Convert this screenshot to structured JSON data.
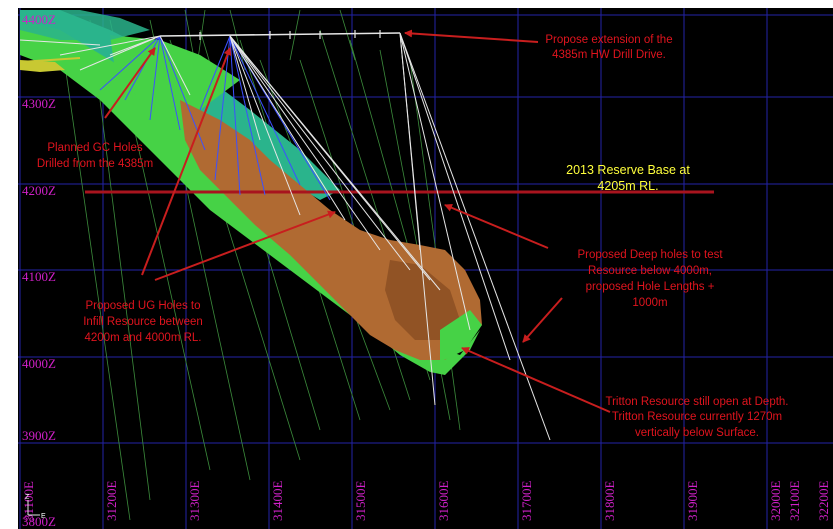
{
  "rl_labels": [
    "4400Z",
    "4300Z",
    "4200Z",
    "4100Z",
    "4000Z",
    "3900Z",
    "3800Z"
  ],
  "easting_labels": [
    "31100E",
    "31200E",
    "31300E",
    "31400E",
    "31500E",
    "31600E",
    "31700E",
    "31800E",
    "31900E",
    "32000E",
    "32100E",
    "32200E"
  ],
  "annotations": {
    "drive_extension": [
      "Propose extension of the",
      "4385m HW Drill Drive."
    ],
    "gc_holes": [
      "Planned GC Holes",
      "Drilled from the 4385m"
    ],
    "reserve_base": [
      "2013 Reserve Base at",
      "4205m RL."
    ],
    "deep_holes": [
      "Proposed Deep holes to test",
      "Resource below 4000m,",
      "proposed Hole Lengths +",
      "1000m"
    ],
    "ug_holes": [
      "Proposed UG Holes to",
      "Infill Resource between",
      "4200m and 4000m RL."
    ],
    "resource_open": [
      "Tritton Resource still open at Depth.",
      "Tritton Resource currently 1270m",
      "vertically below Surface."
    ]
  },
  "axis_indicator": {
    "z": "Z",
    "x": "E"
  },
  "colors": {
    "background": "#000000",
    "grid": "#2323a8",
    "rl_label": "#d020c8",
    "annotation_text": "#e0141e",
    "arrow": "#c81e1e",
    "reserve_line": "#a8141e",
    "reserve_text": "#ffff3c",
    "ore_body": "#b06a32",
    "green_lode": "#46d246",
    "teal_lode": "#2ab48c",
    "drill_white": "#e6e6e6",
    "drill_blue": "#3c50ff",
    "drill_green": "#3c8c3c"
  }
}
